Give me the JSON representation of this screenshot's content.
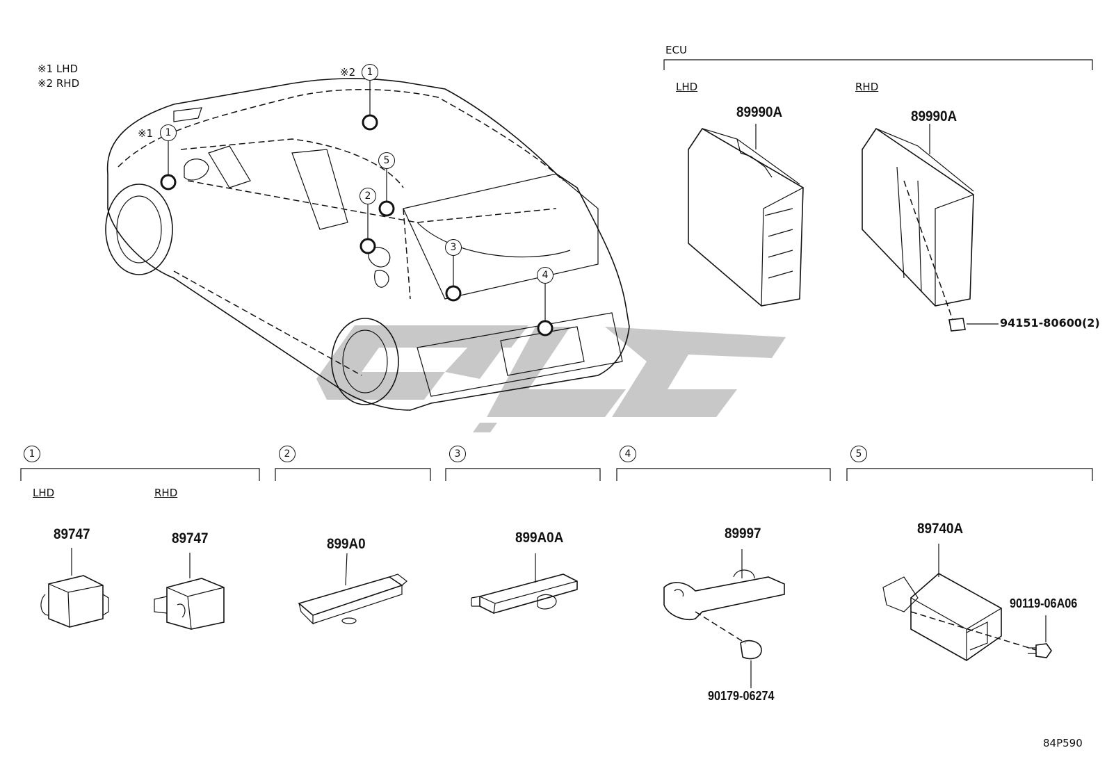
{
  "legend": {
    "note1": "※1 LHD",
    "note2": "※2 RHD"
  },
  "car_callouts": {
    "mark1": "※1",
    "mark2": "※2",
    "c1a": "1",
    "c1b": "1",
    "c2": "2",
    "c3": "3",
    "c4": "4",
    "c5": "5"
  },
  "ecu": {
    "title": "ECU",
    "lhd_label": "LHD",
    "rhd_label": "RHD",
    "lhd_part": "89990A",
    "rhd_part": "89990A",
    "rhd_fastener": "94151-80600(2)"
  },
  "sections": [
    {
      "num": "1",
      "lhd_label": "LHD",
      "rhd_label": "RHD",
      "lhd_part": "89747",
      "rhd_part": "89747"
    },
    {
      "num": "2",
      "part": "899A0"
    },
    {
      "num": "3",
      "part": "899A0A"
    },
    {
      "num": "4",
      "part": "89997",
      "fastener": "90179-06274"
    },
    {
      "num": "5",
      "part": "89740A",
      "fastener": "90119-06A06"
    }
  ],
  "diagram_code": "84P590",
  "watermark_color": "#c8c8c8"
}
